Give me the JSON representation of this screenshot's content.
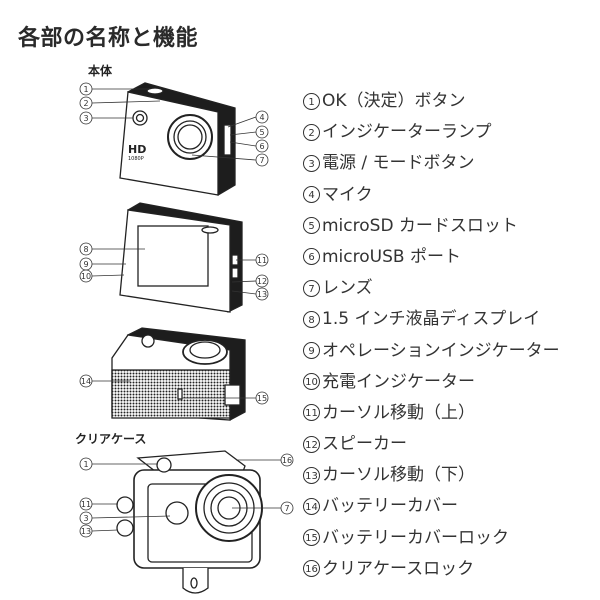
{
  "title": "各部の名称と機能",
  "sections": {
    "body": "本体",
    "clear_case": "クリアケース"
  },
  "camera": {
    "logo_text": "HD",
    "logo_sub": "1080P"
  },
  "callout_numbers": [
    "1",
    "2",
    "3",
    "4",
    "5",
    "6",
    "7",
    "8",
    "9",
    "10",
    "11",
    "12",
    "13",
    "14",
    "15",
    "16"
  ],
  "parts": [
    {
      "num": "1",
      "label": "OK（決定）ボタン"
    },
    {
      "num": "2",
      "label": "インジケーターランプ"
    },
    {
      "num": "3",
      "label": "電源 / モードボタン"
    },
    {
      "num": "4",
      "label": "マイク"
    },
    {
      "num": "5",
      "label": "microSD カードスロット"
    },
    {
      "num": "6",
      "label": "microUSB ポート"
    },
    {
      "num": "7",
      "label": "レンズ"
    },
    {
      "num": "8",
      "label": "1.5 インチ液晶ディスプレイ"
    },
    {
      "num": "9",
      "label": "オペレーションインジケーター"
    },
    {
      "num": "10",
      "label": "充電インジケーター"
    },
    {
      "num": "11",
      "label": "カーソル移動（上）"
    },
    {
      "num": "12",
      "label": "スピーカー"
    },
    {
      "num": "13",
      "label": "カーソル移動（下）"
    },
    {
      "num": "14",
      "label": "バッテリーカバー"
    },
    {
      "num": "15",
      "label": "バッテリーカバーロック"
    },
    {
      "num": "16",
      "label": "クリアケースロック"
    }
  ]
}
